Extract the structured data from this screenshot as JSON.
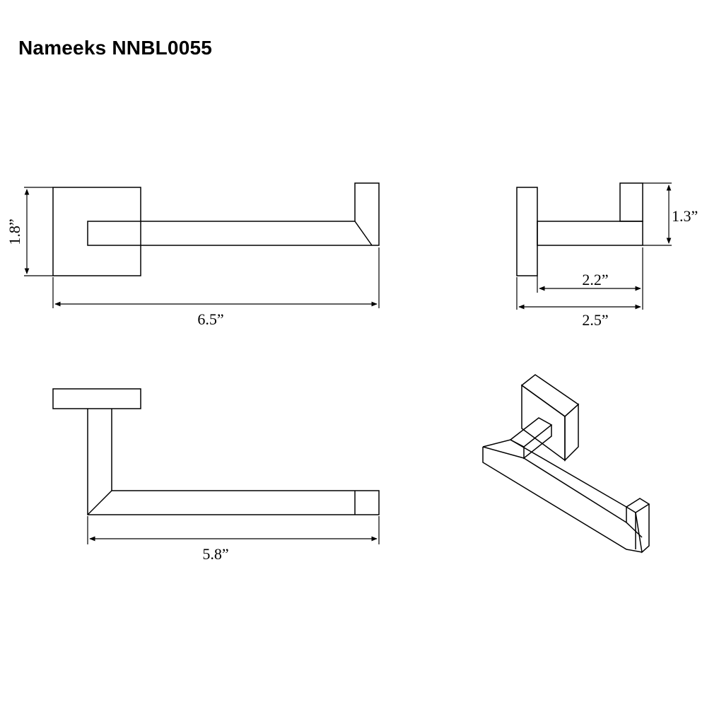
{
  "title": "Nameeks NNBL0055",
  "dimensions": {
    "front_height": "1.8”",
    "front_width": "6.5”",
    "side_height": "1.3”",
    "side_arm_depth": "2.2”",
    "side_total_depth": "2.5”",
    "top_width": "5.8”"
  }
}
